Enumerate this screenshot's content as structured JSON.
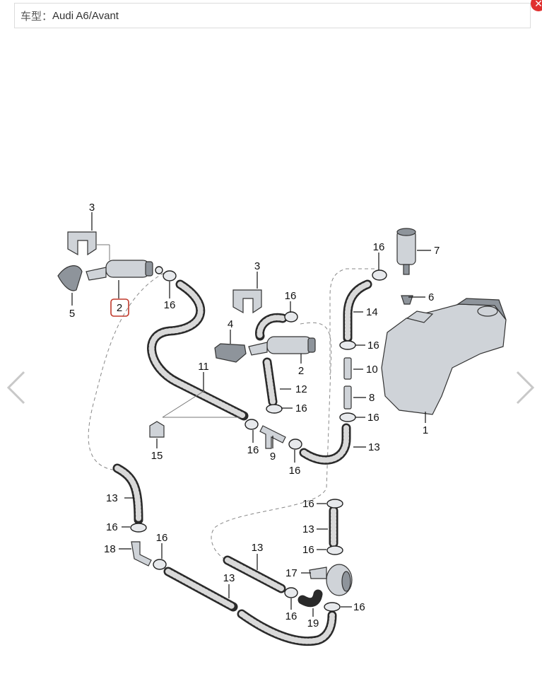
{
  "model_bar": {
    "label": "车型：",
    "value": "Audi A6/Avant"
  },
  "close_icon": "close-icon",
  "nav": {
    "prev_icon": "chevron-left-icon",
    "next_icon": "chevron-right-icon"
  },
  "highlight_color": "#c0392b",
  "callouts": {
    "c3a": "3",
    "c5": "5",
    "c2a": "2",
    "c16a": "16",
    "c3b": "3",
    "c16b": "16",
    "c4": "4",
    "c2b": "2",
    "c11": "11",
    "c12": "12",
    "c16c": "16",
    "c15": "15",
    "c16d": "16",
    "c9": "9",
    "c16e": "16",
    "c16f": "16",
    "c7": "7",
    "c6": "6",
    "c14": "14",
    "c16g": "16",
    "c10": "10",
    "c8": "8",
    "c16h": "16",
    "c1": "1",
    "c13a": "13",
    "c13b": "13",
    "c16i": "16",
    "c18": "18",
    "c16j": "16",
    "c13c": "13",
    "c13d": "13",
    "c16k": "16",
    "c16l": "16",
    "c13e": "13",
    "c16m": "16",
    "c17": "17",
    "c19": "19",
    "c16n": "16"
  }
}
